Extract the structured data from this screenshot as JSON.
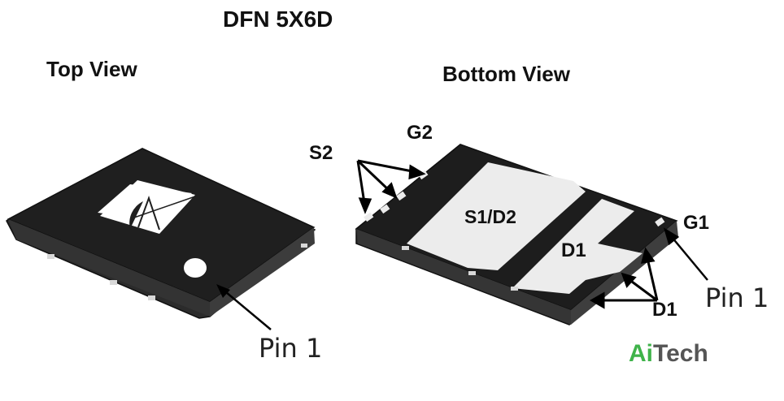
{
  "title": "DFN 5X6D",
  "views": {
    "top": "Top View",
    "bottom": "Bottom View"
  },
  "pin_labels": {
    "s2": "S2",
    "g2": "G2",
    "s1d2": "S1/D2",
    "d1_pad": "D1",
    "g1": "G1",
    "d1_pins": "D1",
    "pin1_top": "Pin 1",
    "pin1_bottom": "Pin 1"
  },
  "brand": {
    "part1": "Ai",
    "part2": "Tech"
  },
  "colors": {
    "package": "#1c1c1c",
    "package_edge": "#3a3a3a",
    "pad": "#ececec",
    "brand_green": "#3fb34a",
    "brand_gray": "#555555"
  }
}
